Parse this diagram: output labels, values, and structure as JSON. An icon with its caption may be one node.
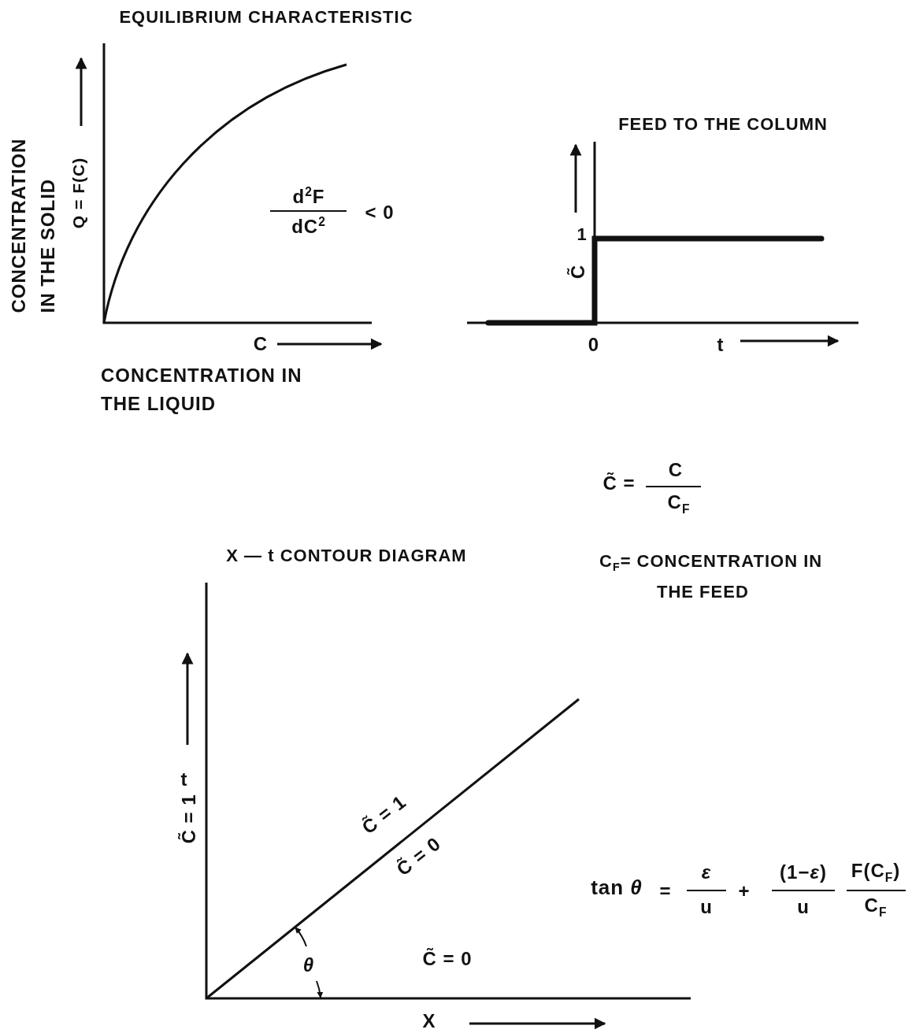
{
  "diagram": {
    "labels": [
      "EQUILIBRIUM CHARACTERISTIC",
      "FEED TO THE COLUMN",
      "CONCENTRATION IN THE SOLID",
      "Q = F(C)",
      "d$^{2}$F",
      "dC$^{2}$",
      "< 0",
      "1",
      "C̃",
      "0",
      "t",
      "C",
      "CONCENTRATION IN THE LIQUID",
      "C̃ =",
      "C",
      "C$_{F}$",
      "X — t CONTOUR DIAGRAM",
      "C$_{F}$= CONCENTRATION IN THE FEED",
      "t",
      "C̃ = 1",
      "C̃ = 1",
      "C̃ = 0",
      "θ",
      "C̃ = 0",
      "X",
      "tan *θ*",
      "=",
      "ε",
      "u",
      "+",
      "(1−*ε*)",
      "u",
      "F(C$_{F}$)",
      "C$_{F}$"
    ]
  }
}
